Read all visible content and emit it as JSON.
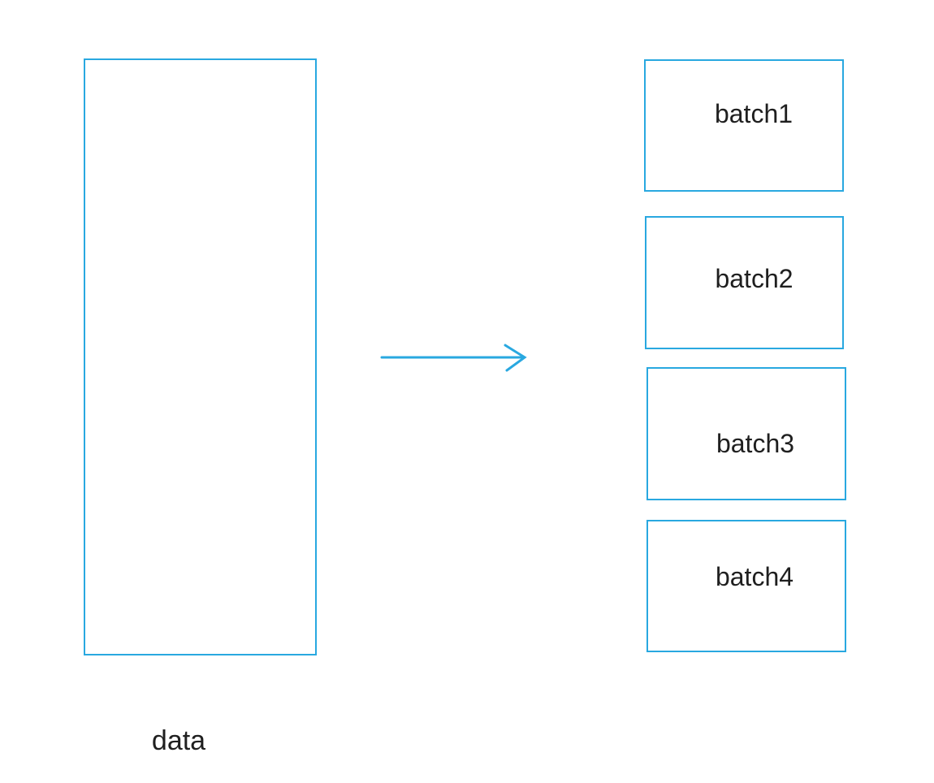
{
  "diagram": {
    "background_color": "#ffffff",
    "accent_color": "#29a8e0",
    "text_color": "#1f1f1f",
    "data_box": {
      "label": "data"
    },
    "arrow": {
      "icon": "right-arrow-icon",
      "direction": "right"
    },
    "batches": [
      {
        "label": "batch1"
      },
      {
        "label": "batch2"
      },
      {
        "label": "batch3"
      },
      {
        "label": "batch4"
      }
    ]
  }
}
